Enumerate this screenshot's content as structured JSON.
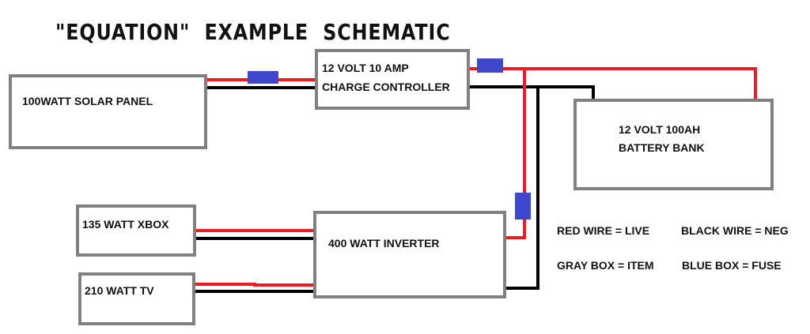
{
  "title": "\"EQUATION\"  EXAMPLE  SCHEMATIC",
  "components": {
    "solar_panel": {
      "label": "100WATT SOLAR PANEL"
    },
    "charge_controller": {
      "line1": "12 VOLT 10 AMP",
      "line2": "CHARGE CONTROLLER"
    },
    "battery": {
      "line1": "12 VOLT 100AH",
      "line2": "BATTERY BANK"
    },
    "xbox": {
      "label": "135 WATT XBOX"
    },
    "tv": {
      "label": "210 WATT TV"
    },
    "inverter": {
      "label": "400 WATT INVERTER"
    }
  },
  "legend": {
    "red": "RED WIRE = LIVE",
    "black": "BLACK WIRE = NEG",
    "gray": "GRAY BOX = ITEM",
    "blue": "BLUE BOX = FUSE"
  },
  "colors": {
    "live_wire": "#ed1c24",
    "neg_wire": "#000000",
    "item_box": "#808080",
    "fuse": "#3f48cc"
  }
}
